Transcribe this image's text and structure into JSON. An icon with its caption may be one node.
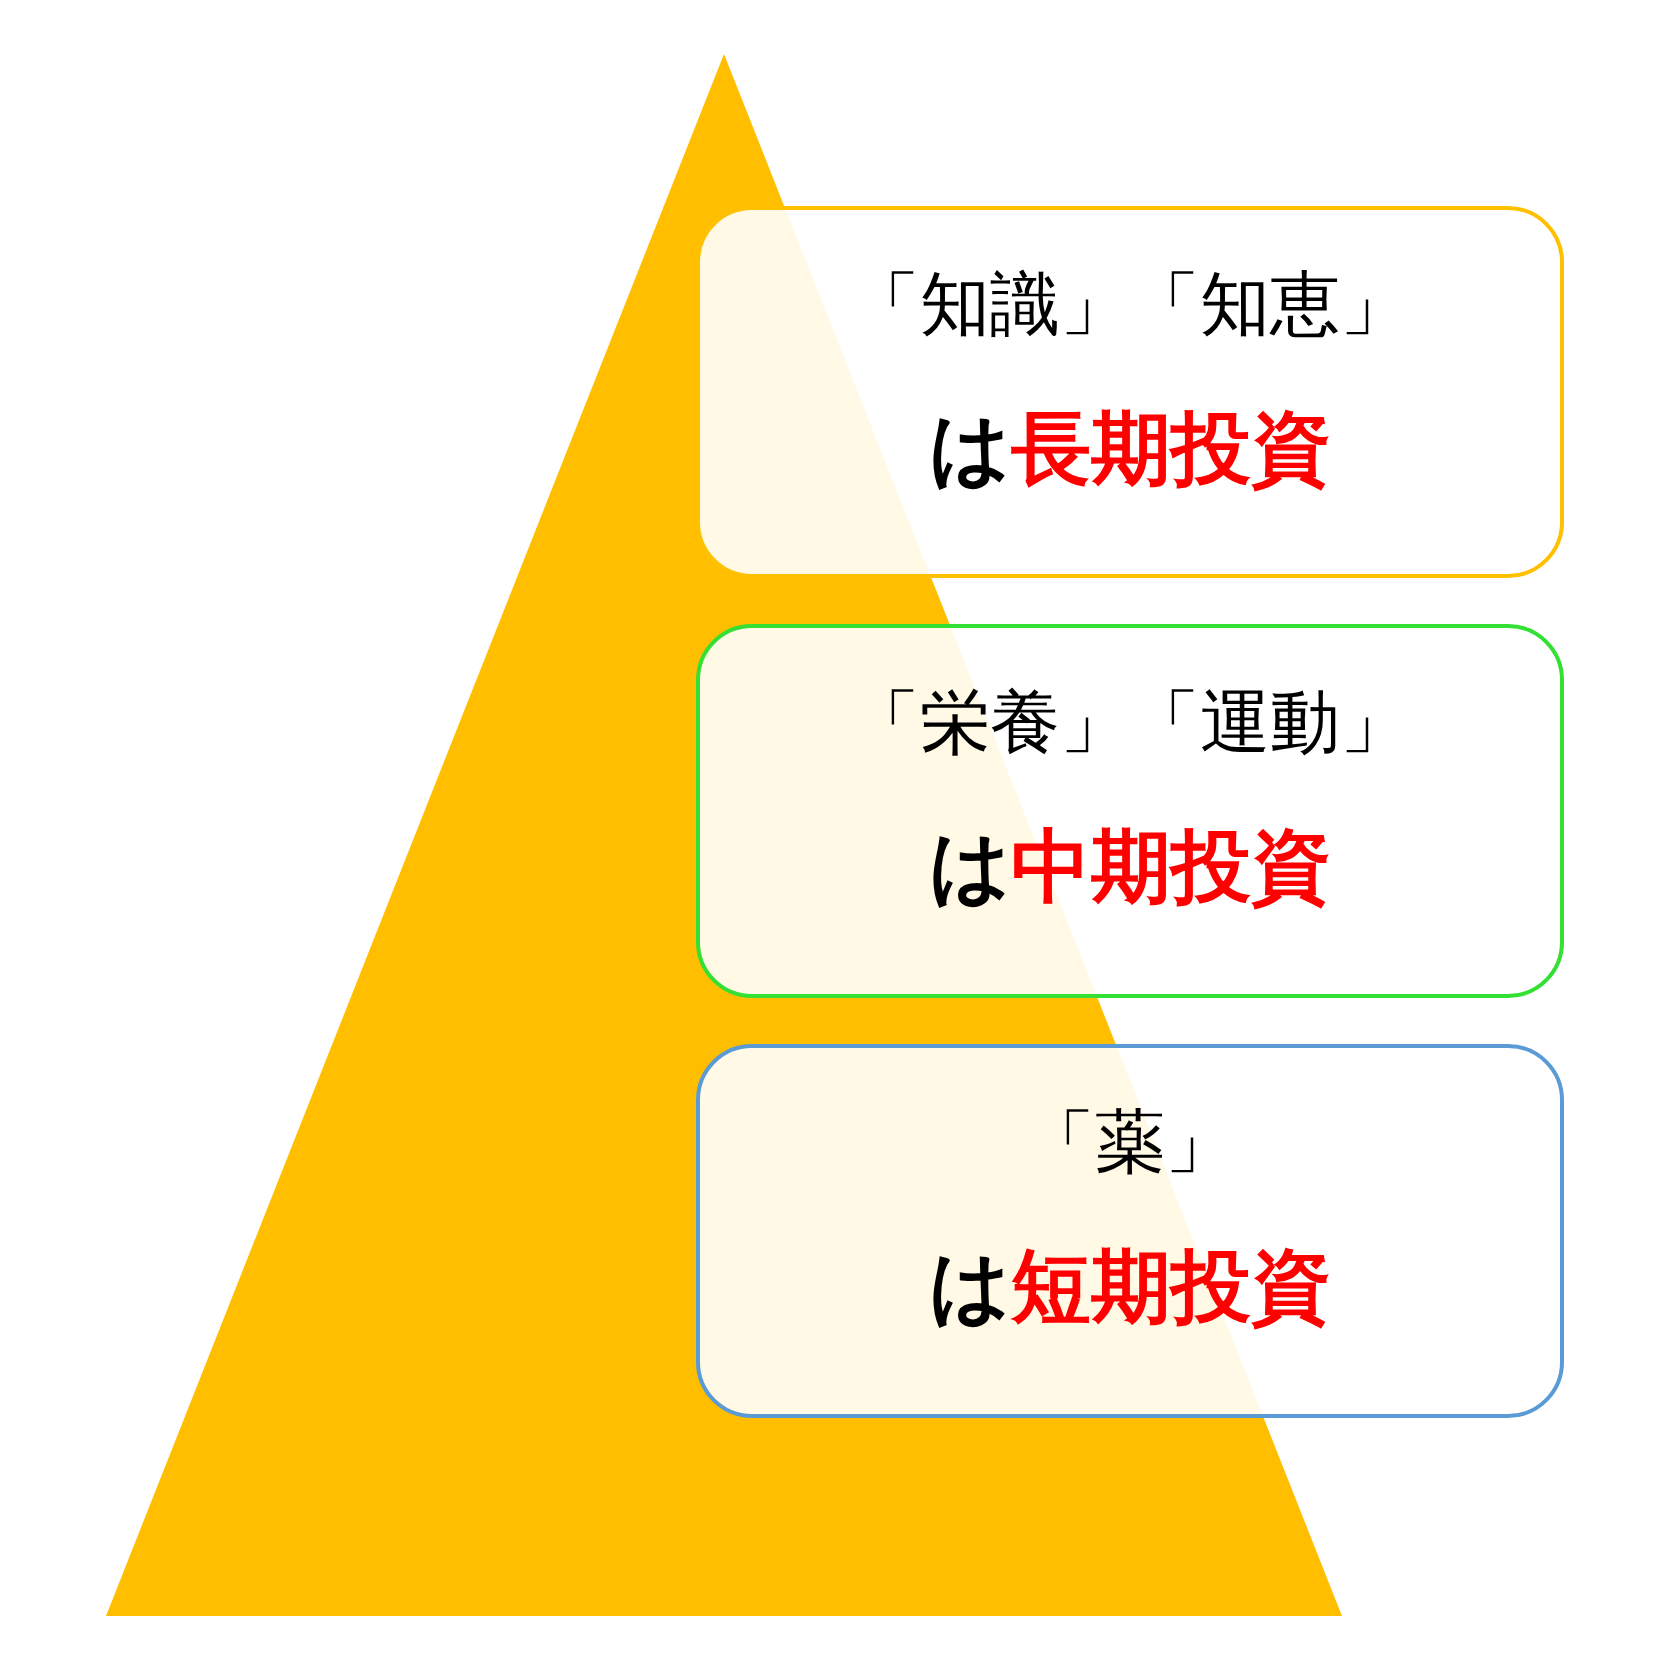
{
  "diagram": {
    "nodes": [
      {
        "text": [
          "「知識」「知恵」",
          "は**長期投資**"
        ]
      },
      {
        "text": [
          "「栄養」「運動」",
          "は**中期投資**"
        ]
      },
      {
        "text": [
          "「薬」",
          "は**短期投資**"
        ]
      }
    ]
  }
}
